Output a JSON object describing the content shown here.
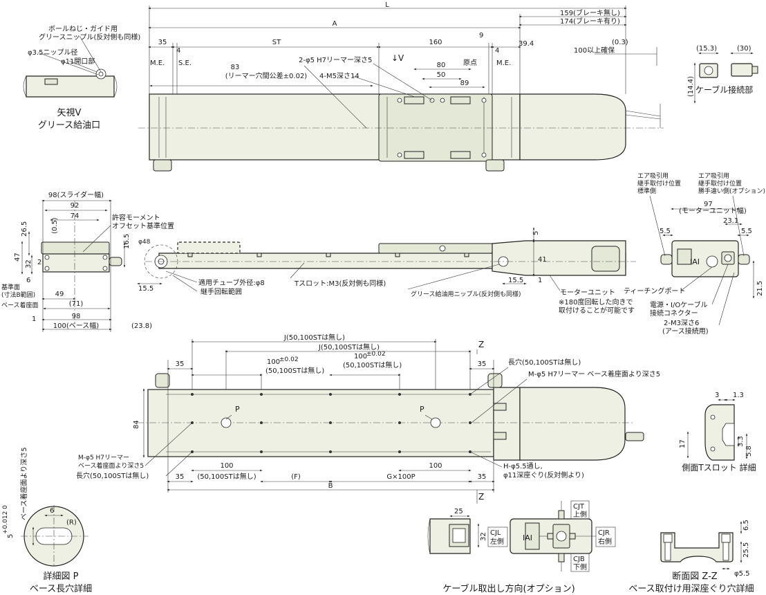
{
  "dimensions": {
    "L": "L",
    "A": "A",
    "ST": "ST",
    "brake_none": "159(ブレーキ無し)",
    "brake_with": "174(ブレーキ有り)",
    "d35a": "35",
    "d4a": "4",
    "d160": "160",
    "d9": "9",
    "d39_4": "39.4",
    "d4b": "4",
    "d0_3": "(0.3)",
    "d100_clear": "100以上確保",
    "d80": "80",
    "d50": "50",
    "d89": "89",
    "d83": "83",
    "d83_note": "(リーマー穴間公差±0.02)",
    "reamer_top": "2-φ5 H7リーマー深さ5",
    "m5": "4-M5深さ14",
    "d15_3": "(15.3)",
    "d30": "(30)",
    "d14_4": "(14.4)",
    "d98_slider": "98(スライダー幅)",
    "d92": "92",
    "d74": "74",
    "d0_5": "(0.5)",
    "d26_5": "26.5",
    "d47": "47",
    "d32": "32",
    "d6": "6",
    "d2": "2",
    "d16_5": "16.5",
    "d49": "49",
    "d71": "(71)",
    "d1": "1",
    "d98b": "98",
    "d100_base": "100(ベース幅)",
    "d23_8": "(23.8)",
    "d15_5a": "15.5",
    "d15_5b": "15.5",
    "d5": "5",
    "d41": "41",
    "d1b": "1",
    "d97": "97",
    "d97_note": "(モーターユニット幅)",
    "d5_5a": "5.5",
    "d23_1": "23.1",
    "d5_5b": "5.5",
    "d21_5": "21.5",
    "phi48": "φ48",
    "J1": "J(50,100STは無し)",
    "J2": "J(50,100STは無し)",
    "d35c": "35",
    "d35d": "35",
    "d84": "84",
    "d100_tol1": "100",
    "tol1": "±0.02",
    "note_no50a": "(50,100STは無し)",
    "d100_tol2": "100",
    "tol2": "±0.02",
    "note_no50b": "(50,100STは無し)",
    "slot_note": "長穴(50,100STは無し)",
    "reamer_base": "M-φ5 H7リーマー ベース着座面より深さ5",
    "reamer_left1": "M-φ5 H7リーマー",
    "reamer_left2": "ベース着座面より深さ5",
    "slot_left": "長穴(50,100STは無し)",
    "d100a": "100",
    "note_no50c": "(50,100STは無し)",
    "d100b": "100",
    "d35e": "35",
    "F": "(F)",
    "G": "G×100P",
    "d35f": "35",
    "B": "B",
    "H1": "H-φ5.5通し,",
    "H2": "φ11深座ぐり(反対側より)",
    "d3": "3",
    "d1_3": "1.3",
    "d17": "17",
    "d3_3": "3.3",
    "d5_8": "5.8",
    "d6p": "6",
    "R": "(R)",
    "d5p": "5",
    "d5p_tol": "+0.012 0",
    "d5p_note": "ベース着座面より深さ5",
    "d25": "25",
    "d32b": "32",
    "d6_5": "6.5",
    "d25_5": "25.5",
    "phi5_5": "φ5.5"
  },
  "labels": {
    "ball_screw1": "ボールねじ・ガイド用",
    "ball_screw2": "グリースニップル(反対側も同様)",
    "nipple": "φ3.5ニップル径",
    "opening": "φ11開口部",
    "me_left": "M.E.",
    "se": "S.E.",
    "origin": "原点",
    "me_right": "M.E.",
    "view_v": "↓V",
    "view_v_title1": "矢視V",
    "view_v_title2": "グリース給油口",
    "cable_conn": "ケーブル接続部",
    "moment1": "許容モーメント",
    "moment2": "オフセット基準位置",
    "base_ref1": "基準面",
    "base_ref2": "(寸法B範囲)",
    "base_seat": "ベース着座面",
    "tube": "適用チューブ外径:φ8",
    "joint_rot": "継手回転範囲",
    "tslot": "Tスロット:M3(反対側も同様)",
    "grease_nipple": "グリース給油用ニップル(反対側も同様)",
    "motor_unit": "モーターユニット",
    "rot_note1": "※180度回転した向きで",
    "rot_note2": "取付けることが可能です",
    "air_std1": "エア吸引用",
    "air_std2": "継手取付け位置",
    "air_std3": "標準側",
    "air_opt1": "エア吸引用",
    "air_opt2": "継手取付け位置",
    "air_opt3": "勝手違い側(オプション)",
    "teaching": "ティーチングポート",
    "power_io1": "電源・I/Oケーブル",
    "power_io2": "接続コネクター",
    "m3_1": "2-M3深さ6",
    "m3_2": "(アース接続用)",
    "p_mark1": "P",
    "p_mark2": "P",
    "z_top": "Z",
    "z_bottom": "Z",
    "tslot_detail": "側面Tスロット 詳細",
    "detail_p1": "詳細図 P",
    "detail_p2": "ベース長穴詳細",
    "cable_dir": "ケーブル取出し方向(オプション)",
    "cjt1": "CJT",
    "cjt2": "上側",
    "cjl1": "CJL",
    "cjl2": "左側",
    "cjr1": "CJR",
    "cjr2": "右側",
    "cjb1": "CJB",
    "cjb2": "下側",
    "section1": "断面図 Z-Z",
    "section2": "ベース取付け用深座ぐり穴詳細",
    "logo": "IAI"
  },
  "colors": {
    "body": "#eef0e3",
    "body_dark": "#e4e8d6",
    "line": "#222222"
  }
}
